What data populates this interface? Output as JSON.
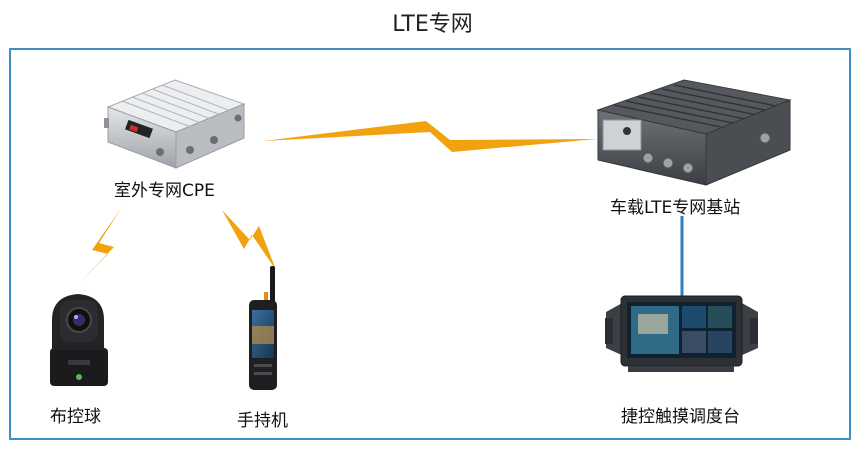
{
  "title": "LTE专网",
  "nodes": {
    "cpe": {
      "label": "室外专网CPE",
      "icon": "outdoor-cpe-device-icon"
    },
    "base_station": {
      "label": "车载LTE专网基站",
      "icon": "vehicle-base-station-icon"
    },
    "ptz_camera": {
      "label": "布控球",
      "icon": "ptz-dome-camera-icon"
    },
    "handheld": {
      "label": "手持机",
      "icon": "handheld-radio-icon"
    },
    "console": {
      "label": "捷控触摸调度台",
      "icon": "touch-dispatch-console-icon"
    }
  },
  "links": [
    {
      "from": "cpe",
      "to": "base_station",
      "style": "wireless-lightning",
      "color": "#f2a20f"
    },
    {
      "from": "cpe",
      "to": "ptz_camera",
      "style": "wireless-lightning",
      "color": "#f2a20f"
    },
    {
      "from": "cpe",
      "to": "handheld",
      "style": "wireless-lightning",
      "color": "#f2a20f"
    },
    {
      "from": "base_station",
      "to": "console",
      "style": "wired-line",
      "color": "#2f7fc0"
    }
  ],
  "colors": {
    "frame": "#3d8fc4",
    "wireless": "#f2a20f",
    "wired": "#2f7fc0"
  }
}
